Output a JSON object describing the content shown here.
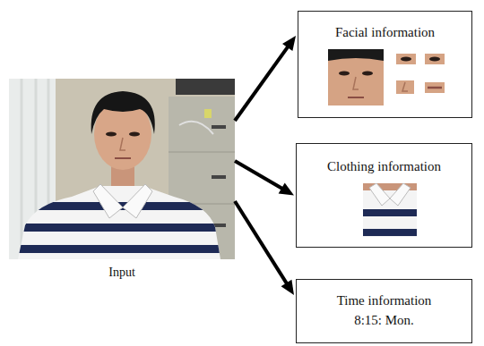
{
  "diagram": {
    "nodes": [
      {
        "text": [
          "Input"
        ]
      },
      {
        "text": [
          "Facial information"
        ]
      },
      {
        "text": [
          "Clothing information"
        ]
      },
      {
        "text": [
          "Time information",
          "8:15: Mon."
        ]
      }
    ],
    "edges": [
      {
        "from": 0,
        "to": 1,
        "arrow": "to"
      },
      {
        "from": 0,
        "to": 2,
        "arrow": "to"
      },
      {
        "from": 0,
        "to": 3,
        "arrow": "to"
      }
    ]
  }
}
